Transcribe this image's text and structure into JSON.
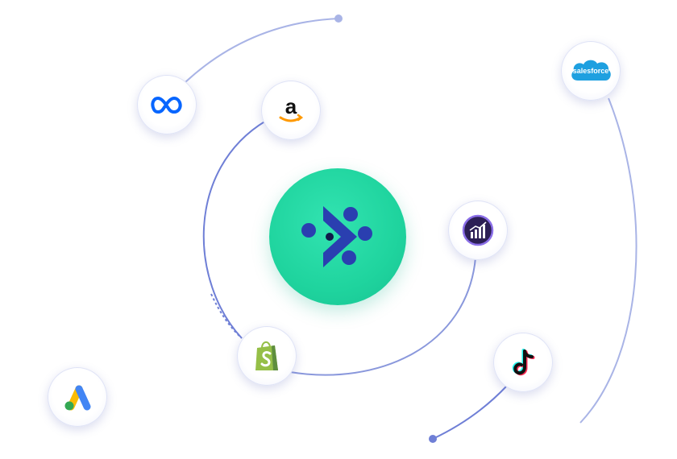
{
  "hub": {
    "name": "central-platform",
    "icon": "chevron-dots-logo-icon",
    "color": "#1fd49e"
  },
  "integrations": [
    {
      "name": "meta",
      "icon": "meta-infinity-icon",
      "color": "#0866ff"
    },
    {
      "name": "amazon",
      "icon": "amazon-smile-icon",
      "color": "#ff9900"
    },
    {
      "name": "salesforce",
      "icon": "salesforce-cloud-icon",
      "label": "salesforce",
      "color": "#1ea0e0"
    },
    {
      "name": "adobe-analytics",
      "icon": "bar-chart-icon",
      "color": "#3a2a6a"
    },
    {
      "name": "shopify",
      "icon": "shopping-bag-icon",
      "color": "#95bf47"
    },
    {
      "name": "tiktok",
      "icon": "tiktok-note-icon",
      "color": "#111111"
    },
    {
      "name": "google-ads",
      "icon": "google-ads-icon",
      "color": "#4285f4"
    }
  ],
  "orbit_color": "#9aa8e0"
}
